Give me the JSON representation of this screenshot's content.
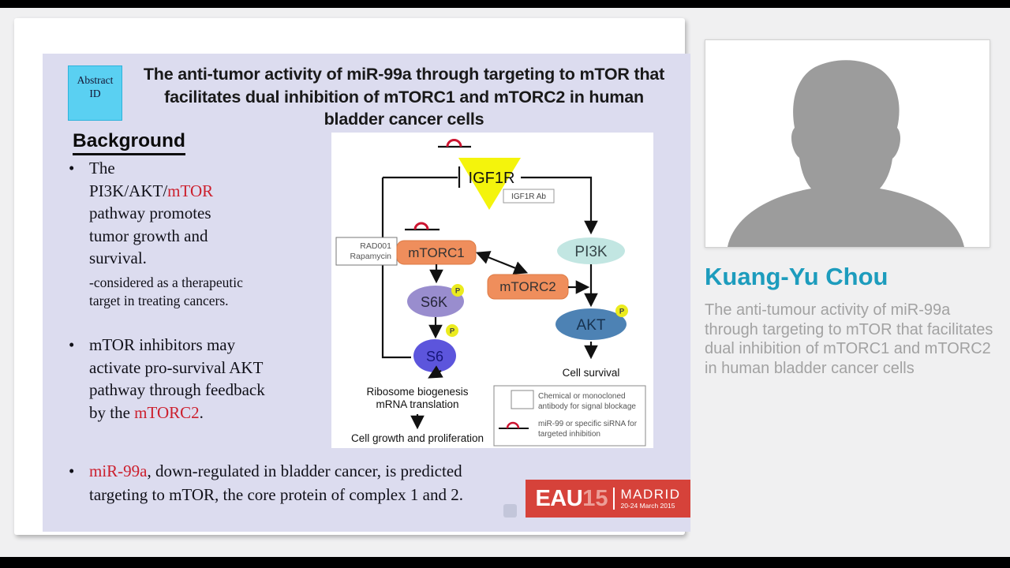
{
  "colors": {
    "accent_teal": "#1d9cbd",
    "slide_bg": "#dcdcef",
    "abstract_box_cyan": "#5ad0f2",
    "highlight_red": "#cc1f2d",
    "node_orange": "#ef8e5c",
    "node_pi3k_teal": "#c2e6e2",
    "node_s6k_purple": "#998dce",
    "node_s6_blue": "#5c55dc",
    "node_akt_blue": "#4d82b4",
    "phospho_yellow": "#ebeb1e",
    "igf1r_yellow": "#f4f40c",
    "logo_red": "#d6423a",
    "hairpin_red": "#cc1430",
    "silhouette_gray": "#9c9c9c"
  },
  "slide": {
    "abstract_line1": "Abstract",
    "abstract_line2": "ID",
    "title_lines": [
      "The anti-tumor activity of miR-99a through targeting to mTOR that",
      "facilitates dual inhibition of mTORC1 and mTORC2 in human",
      "bladder cancer cells"
    ],
    "heading": "Background",
    "bullet_char": "•",
    "bullets": [
      {
        "p1": "The PI3K/AKT/",
        "red": "mTOR",
        "p2": " pathway promotes tumor growth and survival.",
        "note": "-considered as a therapeutic target in treating cancers."
      },
      {
        "p1": "mTOR inhibitors may activate pro-survival AKT pathway through feedback by the ",
        "red": "mTORC2",
        "p2": "."
      },
      {
        "p1": "",
        "red": "miR-99a",
        "p2": ", down-regulated in bladder cancer, is predicted targeting to mTOR, the core protein of complex 1 and 2."
      }
    ]
  },
  "diagram": {
    "igf1r": "IGF1R",
    "igf1r_ab": "IGF1R Ab",
    "rad001_line1": "RAD001",
    "rad001_line2": "Rapamycin",
    "mtorc1": "mTORC1",
    "mtorc2": "mTORC2",
    "pi3k": "PI3K",
    "s6k": "S6K",
    "s6": "S6",
    "akt": "AKT",
    "p": "P",
    "cell_survival": "Cell survival",
    "ribosome_line1": "Ribosome biogenesis",
    "ribosome_line2": "mRNA translation",
    "growth": "Cell growth and proliferation",
    "legend": {
      "item1_line1": "Chemical or monocloned",
      "item1_line2": "antibody for signal blockage",
      "item2_line1": "miR-99 or specific siRNA for",
      "item2_line2": "targeted inhibition"
    }
  },
  "logo": {
    "eau": "EAU",
    "year": "15",
    "city": "MADRID",
    "dates": "20-24 March 2015"
  },
  "speaker": {
    "name": "Kuang-Yu Chou",
    "description": "The anti-tumour activity of miR-99a through targeting to mTOR that facilitates dual inhibition of mTORC1 and mTORC2 in human bladder cancer cells"
  }
}
